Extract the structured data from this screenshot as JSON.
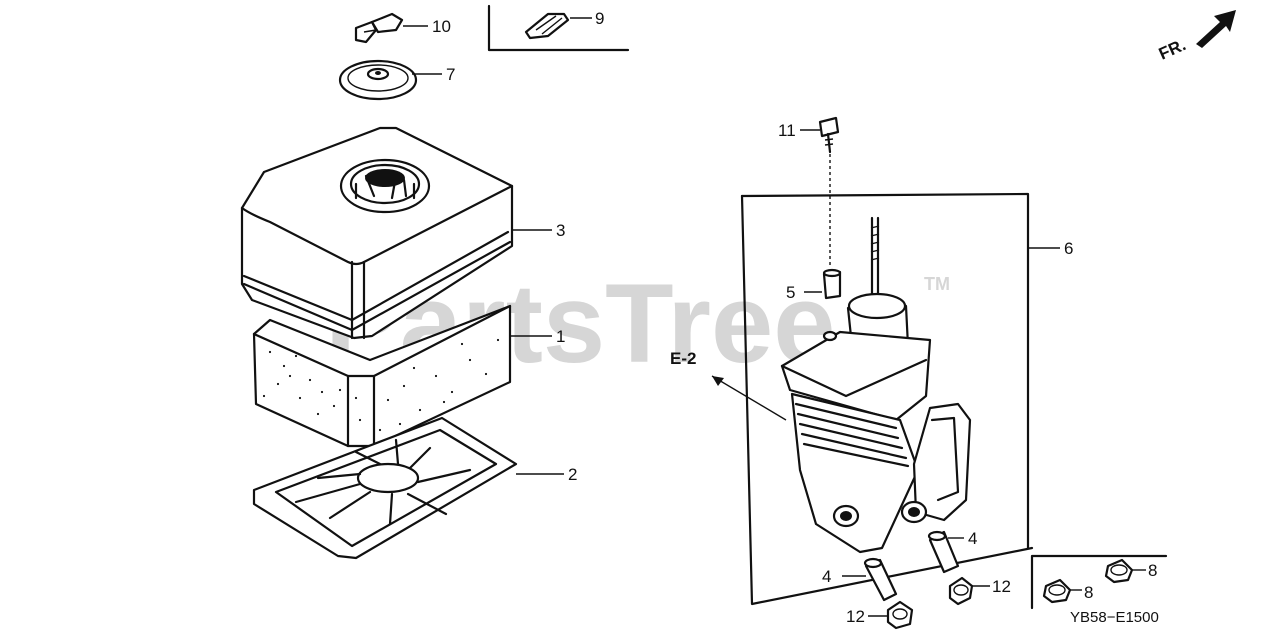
{
  "diagram": {
    "watermark": "PartsTree",
    "watermark_tm": "TM",
    "front_indicator": "FR.",
    "section_ref": "E-2",
    "diagram_code": "YB58−E1500",
    "callouts": {
      "p1": "1",
      "p2": "2",
      "p3": "3",
      "p4a": "4",
      "p4b": "4",
      "p5": "5",
      "p6": "6",
      "p7": "7",
      "p8a": "8",
      "p8b": "8",
      "p9": "9",
      "p10": "10",
      "p11": "11",
      "p12a": "12",
      "p12b": "12"
    }
  }
}
